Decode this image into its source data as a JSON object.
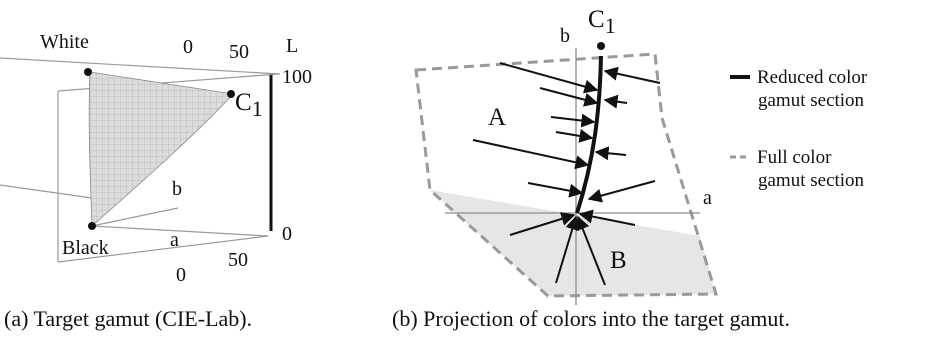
{
  "left_panel": {
    "white_label": "White",
    "black_label": "Black",
    "c1_main": "C",
    "c1_sub": "1",
    "axis_L": "L",
    "axis_a": "a",
    "axis_b": "b",
    "tick_top_0": "0",
    "tick_top_50": "50",
    "tick_L_100": "100",
    "tick_L_0": "0",
    "tick_bottom_0": "0",
    "tick_bottom_50": "50",
    "caption": "(a) Target gamut (CIE-Lab)."
  },
  "right_panel": {
    "c1_main": "C",
    "c1_sub": "1",
    "axis_b": "b",
    "axis_a": "a",
    "region_A": "A",
    "region_B": "B",
    "legend_reduced_line1": "Reduced color",
    "legend_reduced_line2": "gamut section",
    "legend_full_line1": "Full color",
    "legend_full_line2": "gamut section",
    "caption": "(b) Projection of colors into the target gamut."
  },
  "colors": {
    "ink": "#111111",
    "dashed_outline": "#9a9a9a",
    "shaded_region": "#e6e6e6",
    "surface_mesh": "#c8c8c8",
    "axis_gray": "#8c8c8c"
  }
}
